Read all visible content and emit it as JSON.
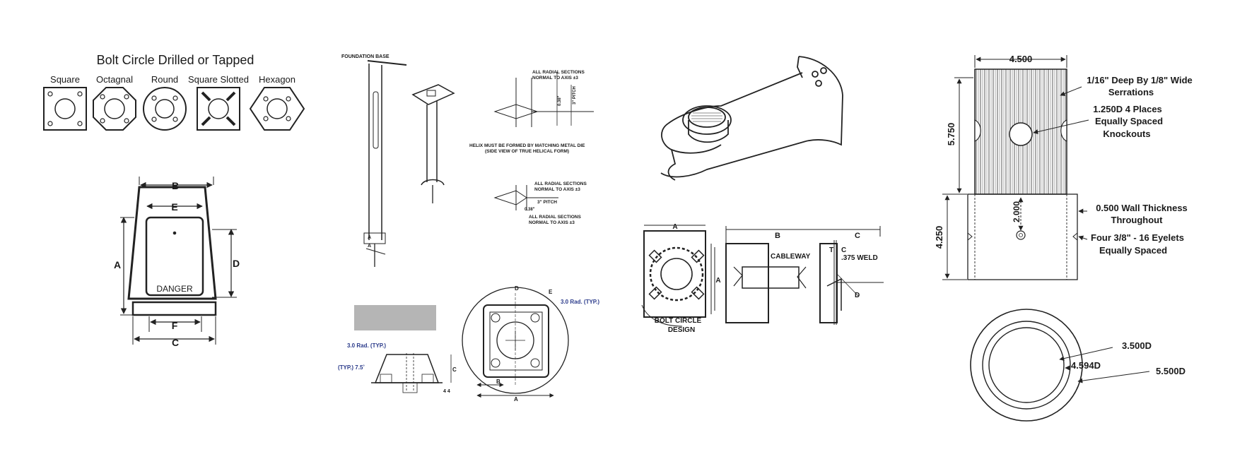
{
  "panel1": {
    "title": "Bolt Circle Drilled or Tapped",
    "shapes": [
      "Square",
      "Octagnal",
      "Round",
      "Square Slotted",
      "Hexagon"
    ],
    "dims": {
      "b": "B",
      "e": "E",
      "a": "A",
      "d": "D",
      "f": "F",
      "c": "C"
    },
    "sign": "DANGER"
  },
  "panel2": {
    "foundation": "FOUNDATION BASE",
    "radial1": [
      "ALL RADIAL SECTIONS",
      "NORMAL TO AXIS ±3"
    ],
    "pitch1": "3\" PITCH",
    "small1": "0.38\"",
    "helix": [
      "HELIX MUST BE FORMED BY MATCHING METAL DIE",
      "(SIDE VIEW OF TRUE HELICAL FORM)"
    ],
    "radial2": [
      "ALL RADIAL SECTIONS",
      "NORMAL TO AXIS ±3"
    ],
    "pitch2": "3\" PITCH",
    "small2": "0.38\"",
    "radial3": [
      "ALL RADIAL SECTIONS",
      "NORMAL TO AXIS ±3"
    ],
    "aa": "A",
    "rad1": "3.0 Rad. (TYP.)",
    "rad2": "3.0 Rad. (TYP.)",
    "typ": "(TYP.) 7.5˚",
    "lbl_c": "C",
    "lbl_d": "D",
    "lbl_e": "E",
    "lbl_b": "B",
    "lbl_a": "A",
    "small_marks": "4    4"
  },
  "panel3": {
    "a": "A",
    "b": "B",
    "c": "C",
    "d": "D",
    "t": "T",
    "cableway": "CABLEWAY",
    "weld": ".375 WELD",
    "bolt": [
      "BOLT CIRCLE",
      "DESIGN"
    ]
  },
  "panel4": {
    "width": "4.500",
    "height1": "5.750",
    "height2": "4.250",
    "inner": "2.000",
    "serrations": [
      "1/16\" Deep By 1/8\" Wide",
      "Serrations"
    ],
    "knockouts": [
      "1.250D 4 Places",
      "Equally Spaced",
      "Knockouts"
    ],
    "wall": [
      "0.500 Wall Thickness",
      "Throughout"
    ],
    "eyelets": [
      "Four 3/8\" - 16 Eyelets",
      "Equally Spaced"
    ],
    "d1": "3.500D",
    "d2": "4.594D",
    "d3": "5.500D"
  }
}
